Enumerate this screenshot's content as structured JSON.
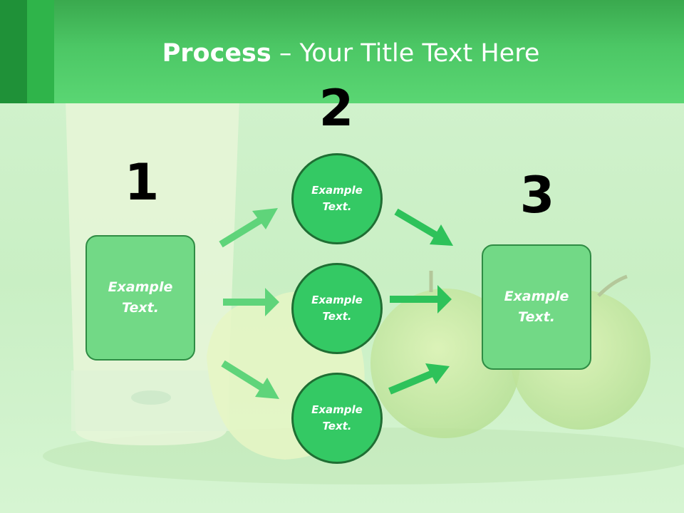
{
  "title": {
    "bold": "Process",
    "rest": " – Your Title Text Here"
  },
  "steps": [
    {
      "number": "1",
      "text": "Example\nText."
    },
    {
      "number": "2"
    },
    {
      "number": "3",
      "text": "Example\nText."
    }
  ],
  "circles": [
    {
      "text": "Example\nText."
    },
    {
      "text": "Example\nText."
    },
    {
      "text": "Example\nText."
    }
  ],
  "colors": {
    "header": "#4cc765",
    "box_fill": "#72d986",
    "circle_fill": "#34c964",
    "arrow_light": "#5fd47a",
    "arrow_dark": "#2ec25a"
  }
}
